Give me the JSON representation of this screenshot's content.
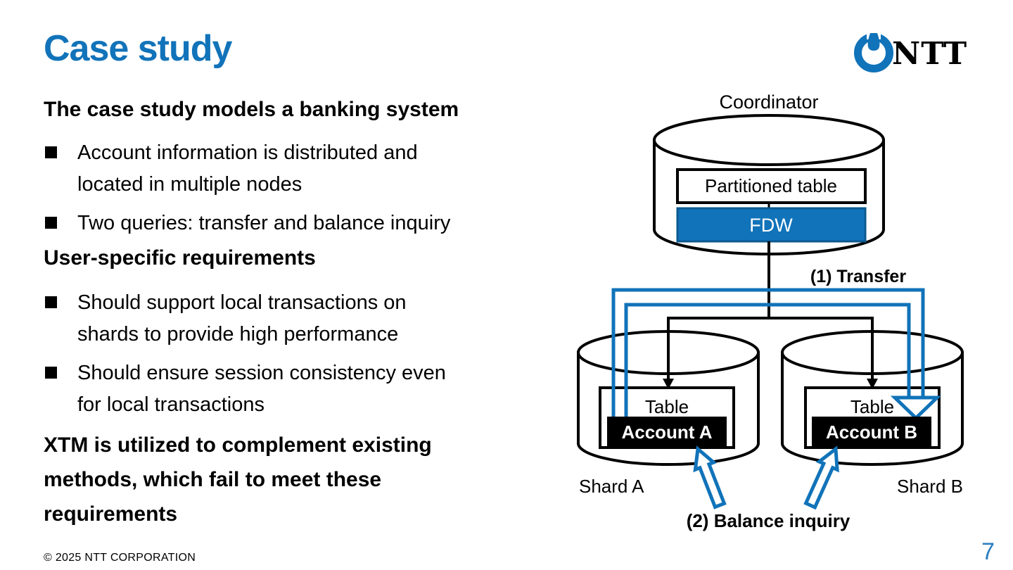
{
  "slide": {
    "title": "Case study",
    "page_number": "7",
    "footer": "© 2025 NTT CORPORATION",
    "logo_text": "NTT"
  },
  "content": {
    "heading1": "The case study models a banking system",
    "bullets1": [
      {
        "lines": [
          "Account information is distributed and",
          "located in multiple nodes"
        ]
      },
      {
        "lines": [
          "Two queries: transfer and balance inquiry"
        ]
      }
    ],
    "heading2": "User-specific requirements",
    "bullets2": [
      {
        "lines": [
          "Should support local transactions on",
          "shards to provide high performance"
        ]
      },
      {
        "lines": [
          "Should ensure session consistency even",
          "for local transactions"
        ]
      }
    ],
    "closing": [
      "XTM is utilized to complement existing",
      "methods, which fail to meet these",
      "requirements"
    ]
  },
  "diagram": {
    "coordinator": "Coordinator",
    "partitioned_table": "Partitioned table",
    "fdw": "FDW",
    "transfer": "(1) Transfer",
    "balance_inquiry": "(2) Balance inquiry",
    "table_a": "Table",
    "table_b": "Table",
    "account_a": "Account A",
    "account_b": "Account B",
    "shard_a": "Shard A",
    "shard_b": "Shard B"
  },
  "theme": {
    "brand_blue": "#1173b9",
    "brand_blue_dark": "#0b5a91",
    "pagenum_blue": "#2e7fbf",
    "text_black": "#000000",
    "background": "#ffffff"
  }
}
